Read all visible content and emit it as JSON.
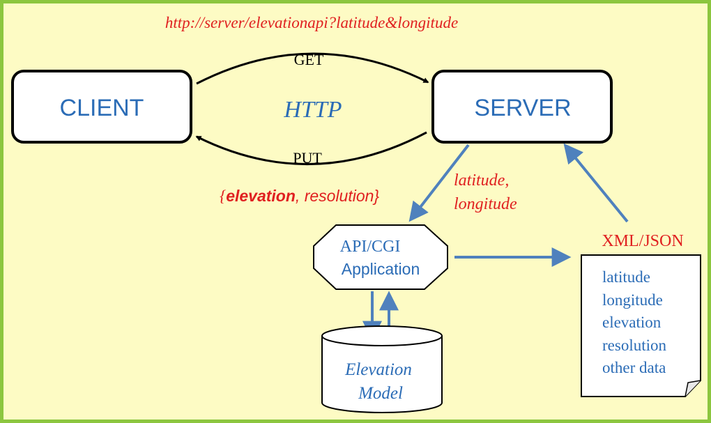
{
  "url_label": "http://server/elevationapi?latitude&longitude",
  "nodes": {
    "client": "CLIENT",
    "server": "SERVER",
    "api_line1": "API/CGI",
    "api_line2": "Application",
    "db_line1": "Elevation",
    "db_line2": "Model"
  },
  "edge_labels": {
    "get": "GET",
    "put": "PUT",
    "protocol": "HTTP",
    "response_part1": "{",
    "response_part2": "elevation",
    "response_part3": ", resolution}",
    "params_line1": "latitude,",
    "params_line2": "longitude"
  },
  "output": {
    "format": "XML/JSON",
    "fields": [
      "latitude",
      "longitude",
      "elevation",
      "resolution",
      "other data"
    ]
  },
  "colors": {
    "background": "#fdfbc4",
    "frame": "#8cc63f",
    "blue_text": "#2b6cb6",
    "red_text": "#e02020",
    "arrow_blue": "#4f81bd"
  }
}
